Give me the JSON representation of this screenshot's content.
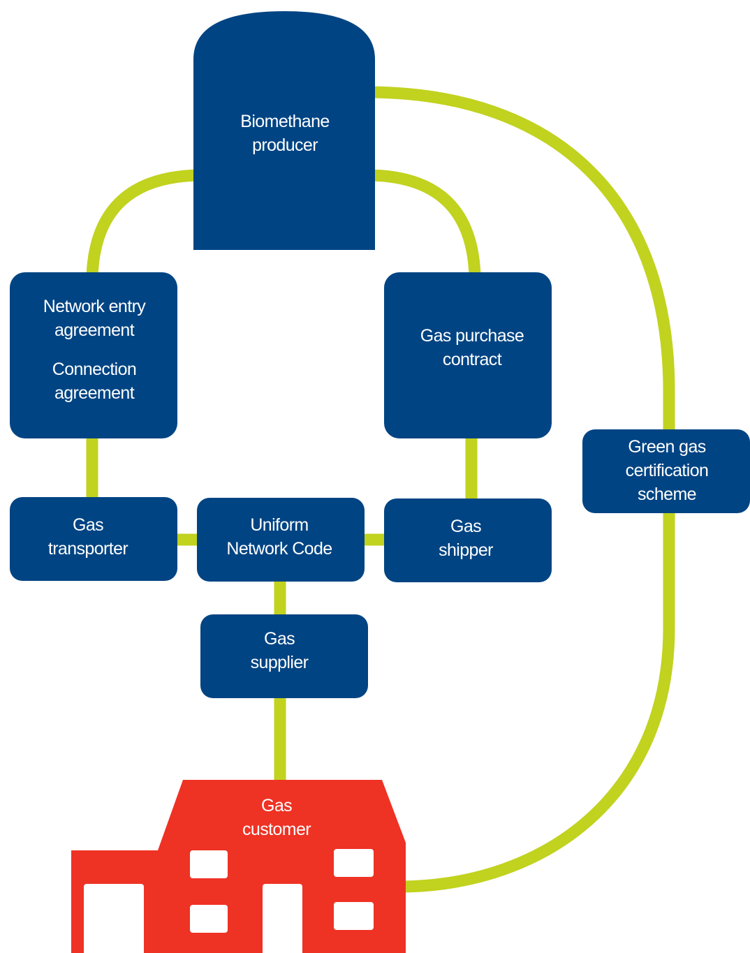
{
  "colors": {
    "node_fill": "#004483",
    "connector": "#c1d21f",
    "customer_fill": "#ee3224",
    "window_fill": "#ffffff",
    "background": "#ffffff"
  },
  "nodes": {
    "producer": {
      "lines": [
        "Biomethane",
        "producer"
      ]
    },
    "entry": {
      "lines": [
        "Network entry",
        "agreement"
      ]
    },
    "connection": {
      "lines": [
        "Connection",
        "agreement"
      ]
    },
    "purchase": {
      "lines": [
        "Gas purchase",
        "contract"
      ]
    },
    "certification": {
      "lines": [
        "Green gas",
        "certification",
        "scheme"
      ]
    },
    "transporter": {
      "lines": [
        "Gas",
        "transporter"
      ]
    },
    "network_code": {
      "lines": [
        "Uniform",
        "Network Code"
      ]
    },
    "shipper": {
      "lines": [
        "Gas",
        "shipper"
      ]
    },
    "supplier": {
      "lines": [
        "Gas",
        "supplier"
      ]
    },
    "customer": {
      "lines": [
        "Gas",
        "customer"
      ]
    }
  },
  "icons": {
    "producer_shape": "biomethane-tank-icon",
    "customer_shape": "building-icon"
  }
}
